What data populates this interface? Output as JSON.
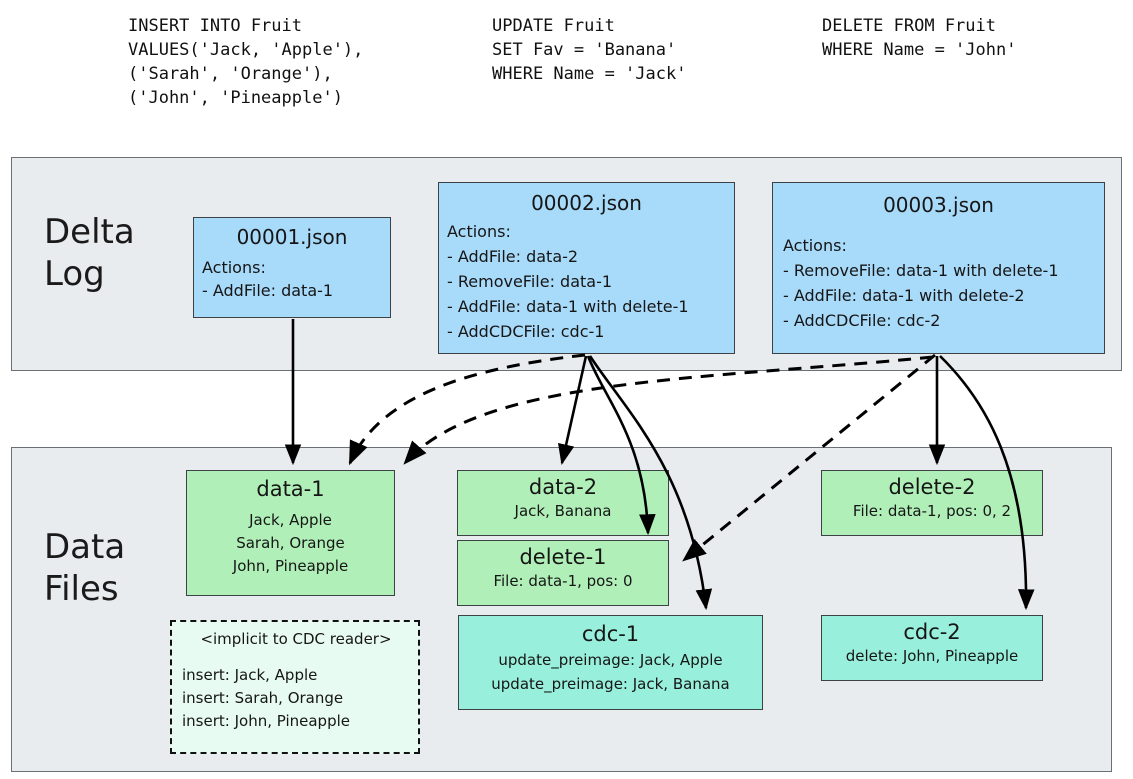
{
  "queries": [
    {
      "name": "insert-statement",
      "text": "INSERT INTO Fruit\nVALUES('Jack, 'Apple'),\n('Sarah', 'Orange'),\n('John', 'Pineapple')"
    },
    {
      "name": "update-statement",
      "text": "UPDATE Fruit\nSET Fav = 'Banana'\nWHERE Name = 'Jack'"
    },
    {
      "name": "delete-statement",
      "text": "DELETE FROM Fruit\nWHERE Name = 'John'"
    }
  ],
  "delta_log": {
    "label": "Delta\nLog",
    "entries": [
      {
        "title": "00001.json",
        "body": "Actions:\n- AddFile: data-1"
      },
      {
        "title": "00002.json",
        "body": "Actions:\n- AddFile: data-2\n- RemoveFile: data-1\n- AddFile: data-1 with delete-1\n- AddCDCFile: cdc-1"
      },
      {
        "title": "00003.json",
        "body": "Actions:\n- RemoveFile: data-1 with delete-1\n- AddFile: data-1 with delete-2\n- AddCDCFile: cdc-2"
      }
    ]
  },
  "data_files": {
    "label": "Data\nFiles",
    "files": [
      {
        "title": "data-1",
        "body": "Jack, Apple\nSarah, Orange\nJohn, Pineapple"
      },
      {
        "title": "<implicit to CDC reader>",
        "body": "insert: Jack, Apple\ninsert: Sarah, Orange\ninsert: John, Pineapple"
      },
      {
        "title": "data-2",
        "body": "Jack, Banana"
      },
      {
        "title": "delete-1",
        "body": "File: data-1, pos: 0"
      },
      {
        "title": "cdc-1",
        "body": "update_preimage: Jack, Apple\nupdate_preimage: Jack, Banana"
      },
      {
        "title": "delete-2",
        "body": "File: data-1, pos: 0, 2"
      },
      {
        "title": "cdc-2",
        "body": "delete: John, Pineapple"
      }
    ]
  },
  "colors": {
    "panel_bg": "#E9ECEF",
    "panel_border": "#6b7076",
    "log_box": "#A8DAFA",
    "data_box": "#B0F0B8",
    "cdc_box": "#98F0DC",
    "implicit_box": "#E8FBF2",
    "arrow": "#000000"
  }
}
